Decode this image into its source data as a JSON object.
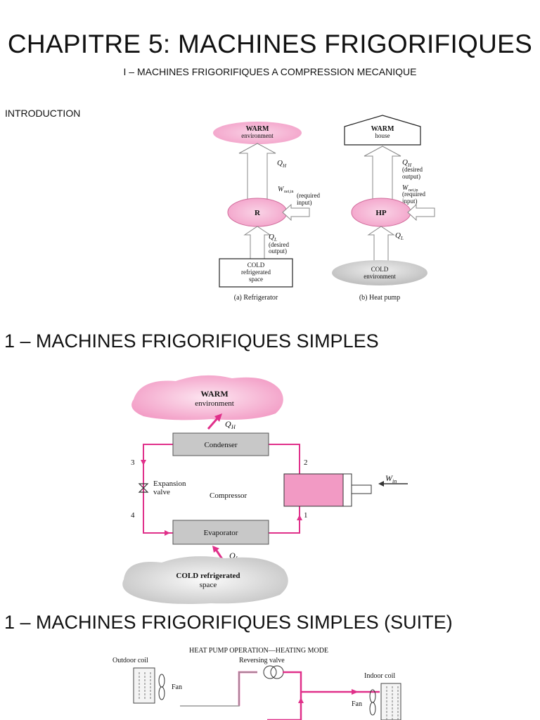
{
  "page": {
    "title": "CHAPITRE 5: MACHINES FRIGORIFIQUES",
    "subtitle": "I – MACHINES FRIGORIFIQUES A COMPRESSION MECANIQUE",
    "intro_label": "INTRODUCTION",
    "section1_title": "1 – MACHINES FRIGORIFIQUES SIMPLES",
    "section2_title": "1 – MACHINES FRIGORIFIQUES SIMPLES (SUITE)"
  },
  "colors": {
    "pink": "#f3a0c8",
    "pink_light": "#f9d3e6",
    "magenta": "#e0308a",
    "gray_box": "#c8c8c8",
    "gray_cloud": "#cfcfcf"
  },
  "fig1": {
    "r": {
      "warm_line1": "WARM",
      "warm_line2": "environment",
      "qh": "Q",
      "qh_sub": "H",
      "circle": "R",
      "w_main": "W",
      "w_sub": "net,in",
      "w_note1": "(required",
      "w_note2": "input)",
      "ql": "Q",
      "ql_sub": "L",
      "ql_note1": "(desired",
      "ql_note2": "output)",
      "cold_line1": "COLD",
      "cold_line2": "refrigerated",
      "cold_line3": "space",
      "caption": "(a) Refrigerator"
    },
    "hp": {
      "warm_line1": "WARM",
      "warm_line2": "house",
      "qh": "Q",
      "qh_sub": "H",
      "qh_note1": "(desired",
      "qh_note2": "output)",
      "w_main": "W",
      "w_sub": "net,in",
      "w_note1": "(required",
      "w_note2": "input)",
      "circle": "HP",
      "ql": "Q",
      "ql_sub": "L",
      "cold_line1": "COLD",
      "cold_line2": "environment",
      "caption": "(b) Heat pump"
    }
  },
  "fig2": {
    "warm_line1": "WARM",
    "warm_line2": "environment",
    "qh": "Q",
    "qh_sub": "H",
    "condenser": "Condenser",
    "evaporator": "Evaporator",
    "expansion1": "Expansion",
    "expansion2": "valve",
    "compressor": "Compressor",
    "win": "W",
    "win_sub": "in",
    "ql": "Q",
    "ql_sub": "L",
    "cold_line1": "COLD refrigerated",
    "cold_line2": "space",
    "state1": "1",
    "state2": "2",
    "state3": "3",
    "state4": "4"
  },
  "fig3": {
    "header": "HEAT PUMP OPERATION—HEATING MODE",
    "outdoor_coil": "Outdoor coil",
    "reversing_valve": "Reversing valve",
    "indoor_coil": "Indoor coil",
    "fan_left": "Fan",
    "fan_right": "Fan"
  }
}
